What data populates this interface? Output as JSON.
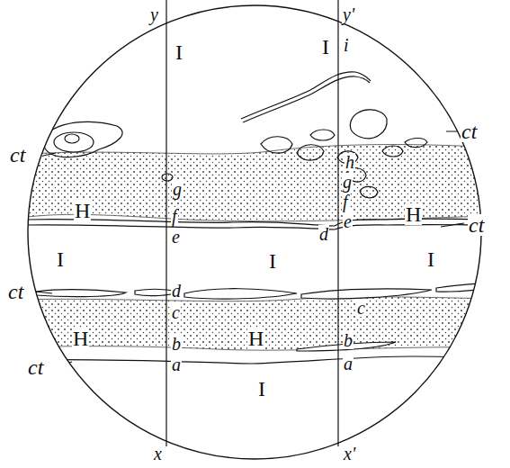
{
  "diagram": {
    "labels": [
      "y",
      "y'",
      "I",
      "I",
      "i",
      "ct",
      "ct",
      "h",
      "g",
      "g",
      "H",
      "H",
      "f",
      "e",
      "f",
      "e",
      "d",
      "ct",
      "I",
      "I",
      "I",
      "ct",
      "d",
      "c",
      "c",
      "H",
      "H",
      "b",
      "b",
      "ct",
      "a",
      "a",
      "I",
      "x",
      "x'"
    ]
  }
}
